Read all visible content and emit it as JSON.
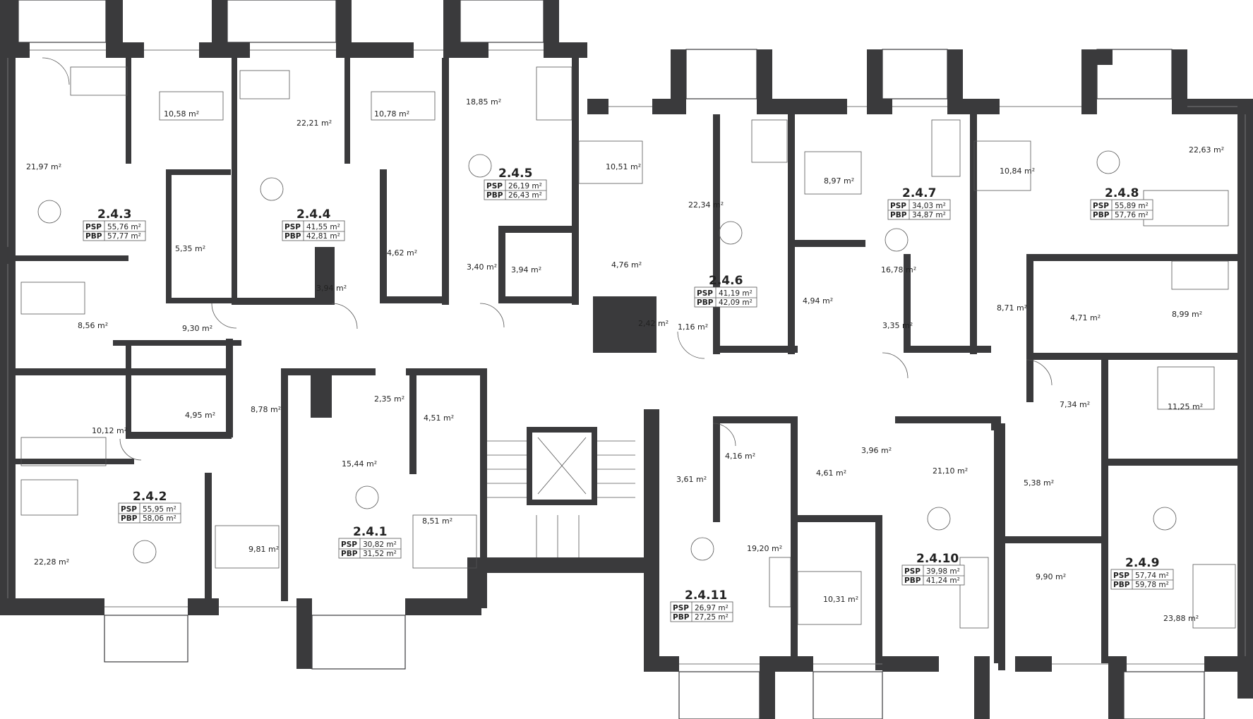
{
  "plan": {
    "labels": {
      "psp": "PSP",
      "pbp": "PBP"
    },
    "colors": {
      "wall": "#3a3a3c",
      "furniture": "#555555"
    },
    "units": [
      {
        "id": "2.4.3",
        "psp": "55,76 m²",
        "pbp": "57,77 m²"
      },
      {
        "id": "2.4.4",
        "psp": "41,55 m²",
        "pbp": "42,81 m²"
      },
      {
        "id": "2.4.5",
        "psp": "26,19 m²",
        "pbp": "26,43 m²"
      },
      {
        "id": "2.4.6",
        "psp": "41,19 m²",
        "pbp": "42,09 m²"
      },
      {
        "id": "2.4.7",
        "psp": "34,03 m²",
        "pbp": "34,87 m²"
      },
      {
        "id": "2.4.8",
        "psp": "55,89 m²",
        "pbp": "57,76 m²"
      },
      {
        "id": "2.4.2",
        "psp": "55,95 m²",
        "pbp": "58,06 m²"
      },
      {
        "id": "2.4.1",
        "psp": "30,82 m²",
        "pbp": "31,52 m²"
      },
      {
        "id": "2.4.11",
        "psp": "26,97 m²",
        "pbp": "27,25 m²"
      },
      {
        "id": "2.4.10",
        "psp": "39,98 m²",
        "pbp": "41,24 m²"
      },
      {
        "id": "2.4.9",
        "psp": "57,74 m²",
        "pbp": "59,78 m²"
      }
    ],
    "room_areas": [
      "21,97 m²",
      "10,58 m²",
      "5,35 m²",
      "8,56 m²",
      "9,30 m²",
      "22,21 m²",
      "10,78 m²",
      "4,62 m²",
      "3,94 m²",
      "18,85 m²",
      "3,40 m²",
      "3,94 m²",
      "10,51 m²",
      "4,76 m²",
      "2,42 m²",
      "1,16 m²",
      "22,34 m²",
      "8,97 m²",
      "4,94 m²",
      "16,78 m²",
      "3,35 m²",
      "10,84 m²",
      "8,71 m²",
      "22,63 m²",
      "4,71 m²",
      "8,99 m²",
      "10,12 m²",
      "4,95 m²",
      "8,78 m²",
      "22,28 m²",
      "9,81 m²",
      "2,35 m²",
      "4,51 m²",
      "15,44 m²",
      "8,51 m²",
      "3,61 m²",
      "4,16 m²",
      "19,20 m²",
      "4,61 m²",
      "3,96 m²",
      "10,31 m²",
      "21,10 m²",
      "5,38 m²",
      "9,90 m²",
      "7,34 m²",
      "11,25 m²",
      "23,88 m²"
    ]
  }
}
